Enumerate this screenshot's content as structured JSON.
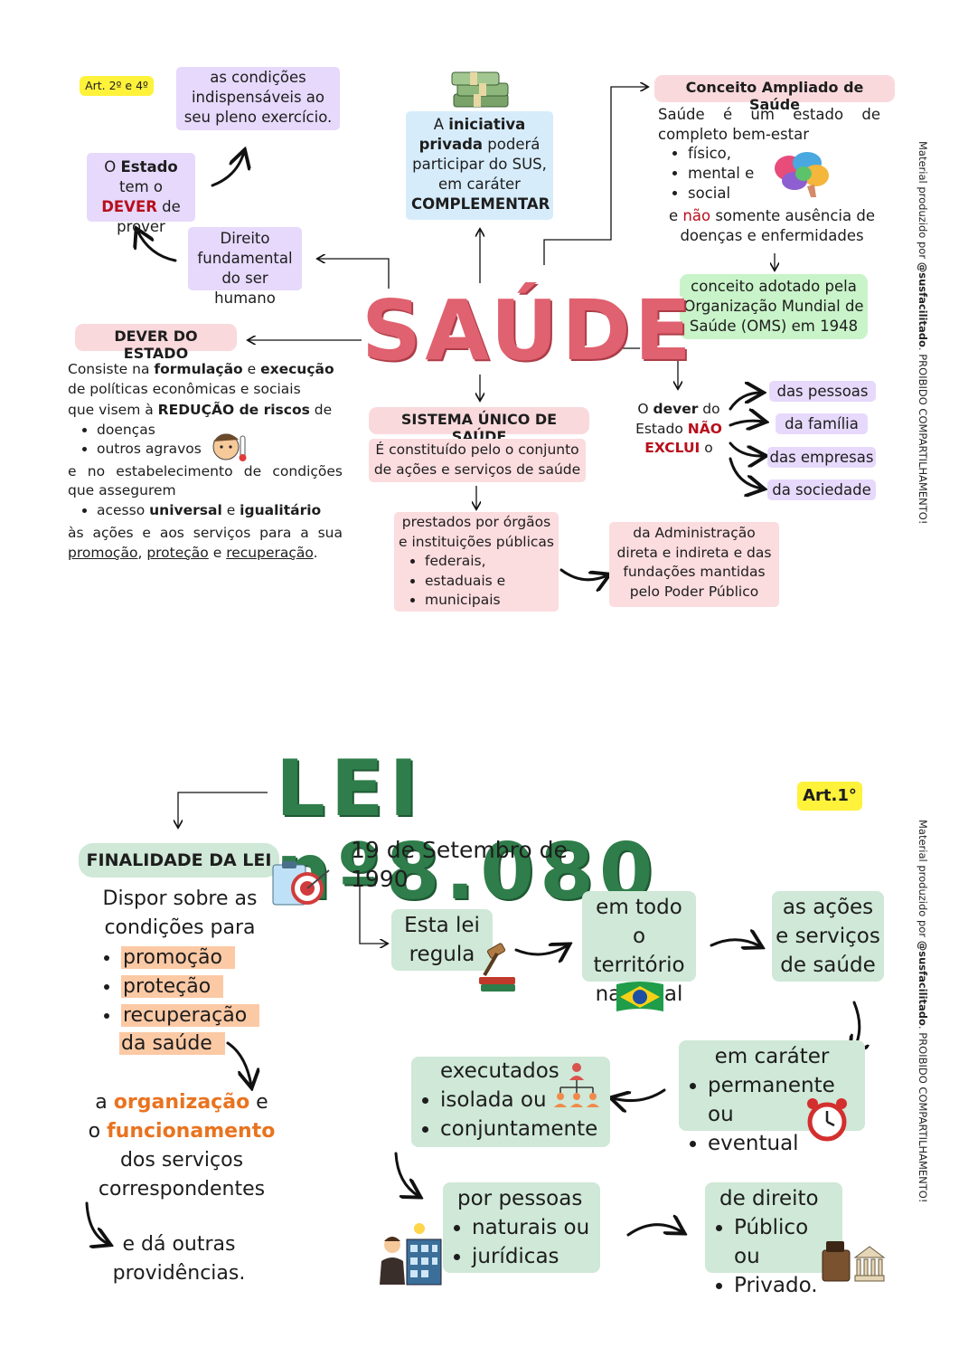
{
  "side_note": {
    "prefix": "Material produzido por ",
    "handle": "@susfacilitado",
    "suffix": ". PROIBIDO COMPARTILHAMENTO!"
  },
  "saude": {
    "title": "SAÚDE",
    "art_badge": "Art. 2º e 4º",
    "condicoes": "as condições indispensáveis ao seu pleno exercício.",
    "estado_dever": {
      "pre": "O ",
      "estado": "Estado",
      "mid": " tem o ",
      "dever": "DEVER",
      "post": " de prover"
    },
    "direito": "Direito fundamental do ser humano",
    "iniciativa": {
      "pre": "A ",
      "bold": "iniciativa privada",
      "mid": " poderá participar do SUS, em caráter ",
      "bold2": "COMPLEMENTAR"
    },
    "conceito": {
      "title": "Conceito Ampliado de Saúde",
      "intro": "Saúde é um estado de completo bem-estar",
      "items": [
        "físico,",
        "mental e",
        "social"
      ],
      "footer_pre": "e ",
      "footer_nao": "não",
      "footer_post": " somente ausência de doenças e enfermidades",
      "oms": "conceito adotado pela Organização Mundial de Saúde (OMS) em 1948"
    },
    "dever_estado": {
      "title": "DEVER DO ESTADO",
      "p1_pre": "Consiste na ",
      "p1_b1": "formulação",
      "p1_mid": " e ",
      "p1_b2": "execução",
      "p1_post": " de políticas econômicas e sociais",
      "p2_pre": " que visem à ",
      "p2_b": "REDUÇÃO de riscos",
      "p2_post": " de",
      "riscos": [
        "doenças",
        "outros agravos"
      ],
      "p3": " e no estabelecimento de condições que assegurem",
      "acesso_pre": "acesso ",
      "acesso_b1": "universal",
      "acesso_mid": " e ",
      "acesso_b2": "igualitário",
      "p4": "às ações e aos serviços para a sua",
      "links": [
        "promoção",
        "proteção",
        "recuperação"
      ],
      "sep1": ", ",
      "sep2": " e ",
      "end": "."
    },
    "sus": {
      "title": "SISTEMA ÚNICO DE SAÚDE",
      "desc": "É constituído pelo o conjunto de ações e serviços de saúde",
      "prestados": "prestados por órgãos e instituições públicas",
      "esferas": [
        "federais,",
        "estaduais e",
        "municipais"
      ],
      "admin": "da Administração direta e indireta e das fundações mantidas pelo Poder Público"
    },
    "nao_exclui": {
      "pre": "O ",
      "dever": "dever",
      "mid": " do Estado ",
      "nao": "NÃO EXCLUI",
      "post": " o"
    },
    "das": [
      "das pessoas",
      "da família",
      "das empresas",
      "da sociedade"
    ]
  },
  "lei": {
    "title": "LEI nº8.080",
    "date": "19 de Setembro de 1990",
    "art": "Art.1°",
    "finalidade": {
      "title": "FINALIDADE DA LEI",
      "intro": "Dispor sobre as condições para",
      "items": [
        "promoção",
        "proteção",
        "recuperação"
      ],
      "item_cont": "da saúde",
      "org_pre": "a ",
      "org": "organização",
      "org_mid": " e",
      "func_pre": "o ",
      "func": "funcionamento",
      "func_post": "dos serviços correspondentes",
      "outras": "e dá outras providências."
    },
    "esta_lei": "Esta lei regula",
    "territorio": "em todo o território nacional",
    "acoes": "as ações e serviços de saúde",
    "carater": {
      "title": "em caráter",
      "items": [
        "permanente ou",
        "eventual"
      ]
    },
    "executados": {
      "title": "executados",
      "items": [
        "isolada ou",
        "conjuntamente"
      ]
    },
    "pessoas": {
      "title": "por pessoas",
      "items": [
        "naturais ou",
        "jurídicas"
      ]
    },
    "direito": {
      "title": "de direito",
      "items": [
        "Público ou",
        "Privado."
      ]
    }
  }
}
